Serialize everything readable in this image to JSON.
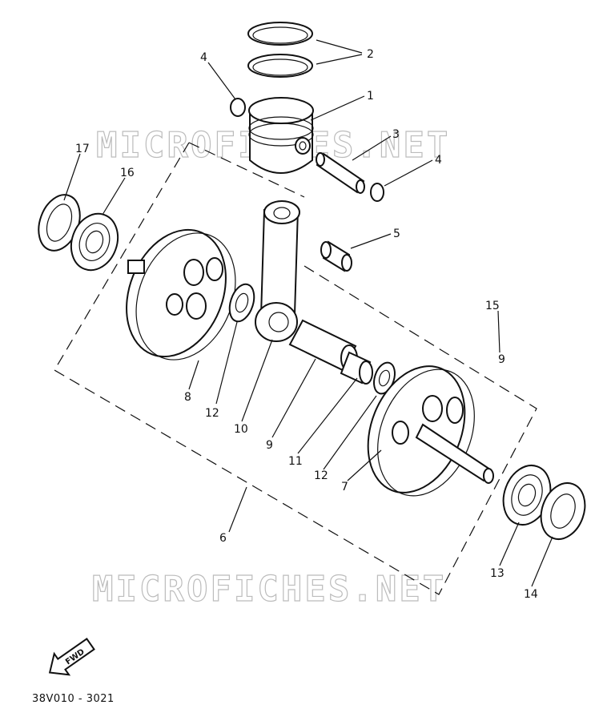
{
  "watermarks": [
    "MICROFICHES.NET",
    "MICROFICHES.NET"
  ],
  "callouts": {
    "c1": "1",
    "c2": "2",
    "c3": "3",
    "c4a": "4",
    "c4b": "4",
    "c5": "5",
    "c6": "6",
    "c7": "7",
    "c8": "8",
    "c9": "9",
    "c10": "10",
    "c11": "11",
    "c12a": "12",
    "c12b": "12",
    "c13": "13",
    "c14": "14",
    "c15": "15",
    "c16": "16",
    "c17": "17",
    "c9b": "9"
  },
  "fwd_label": "FWD",
  "drawing_code": "38V010 - 3021"
}
